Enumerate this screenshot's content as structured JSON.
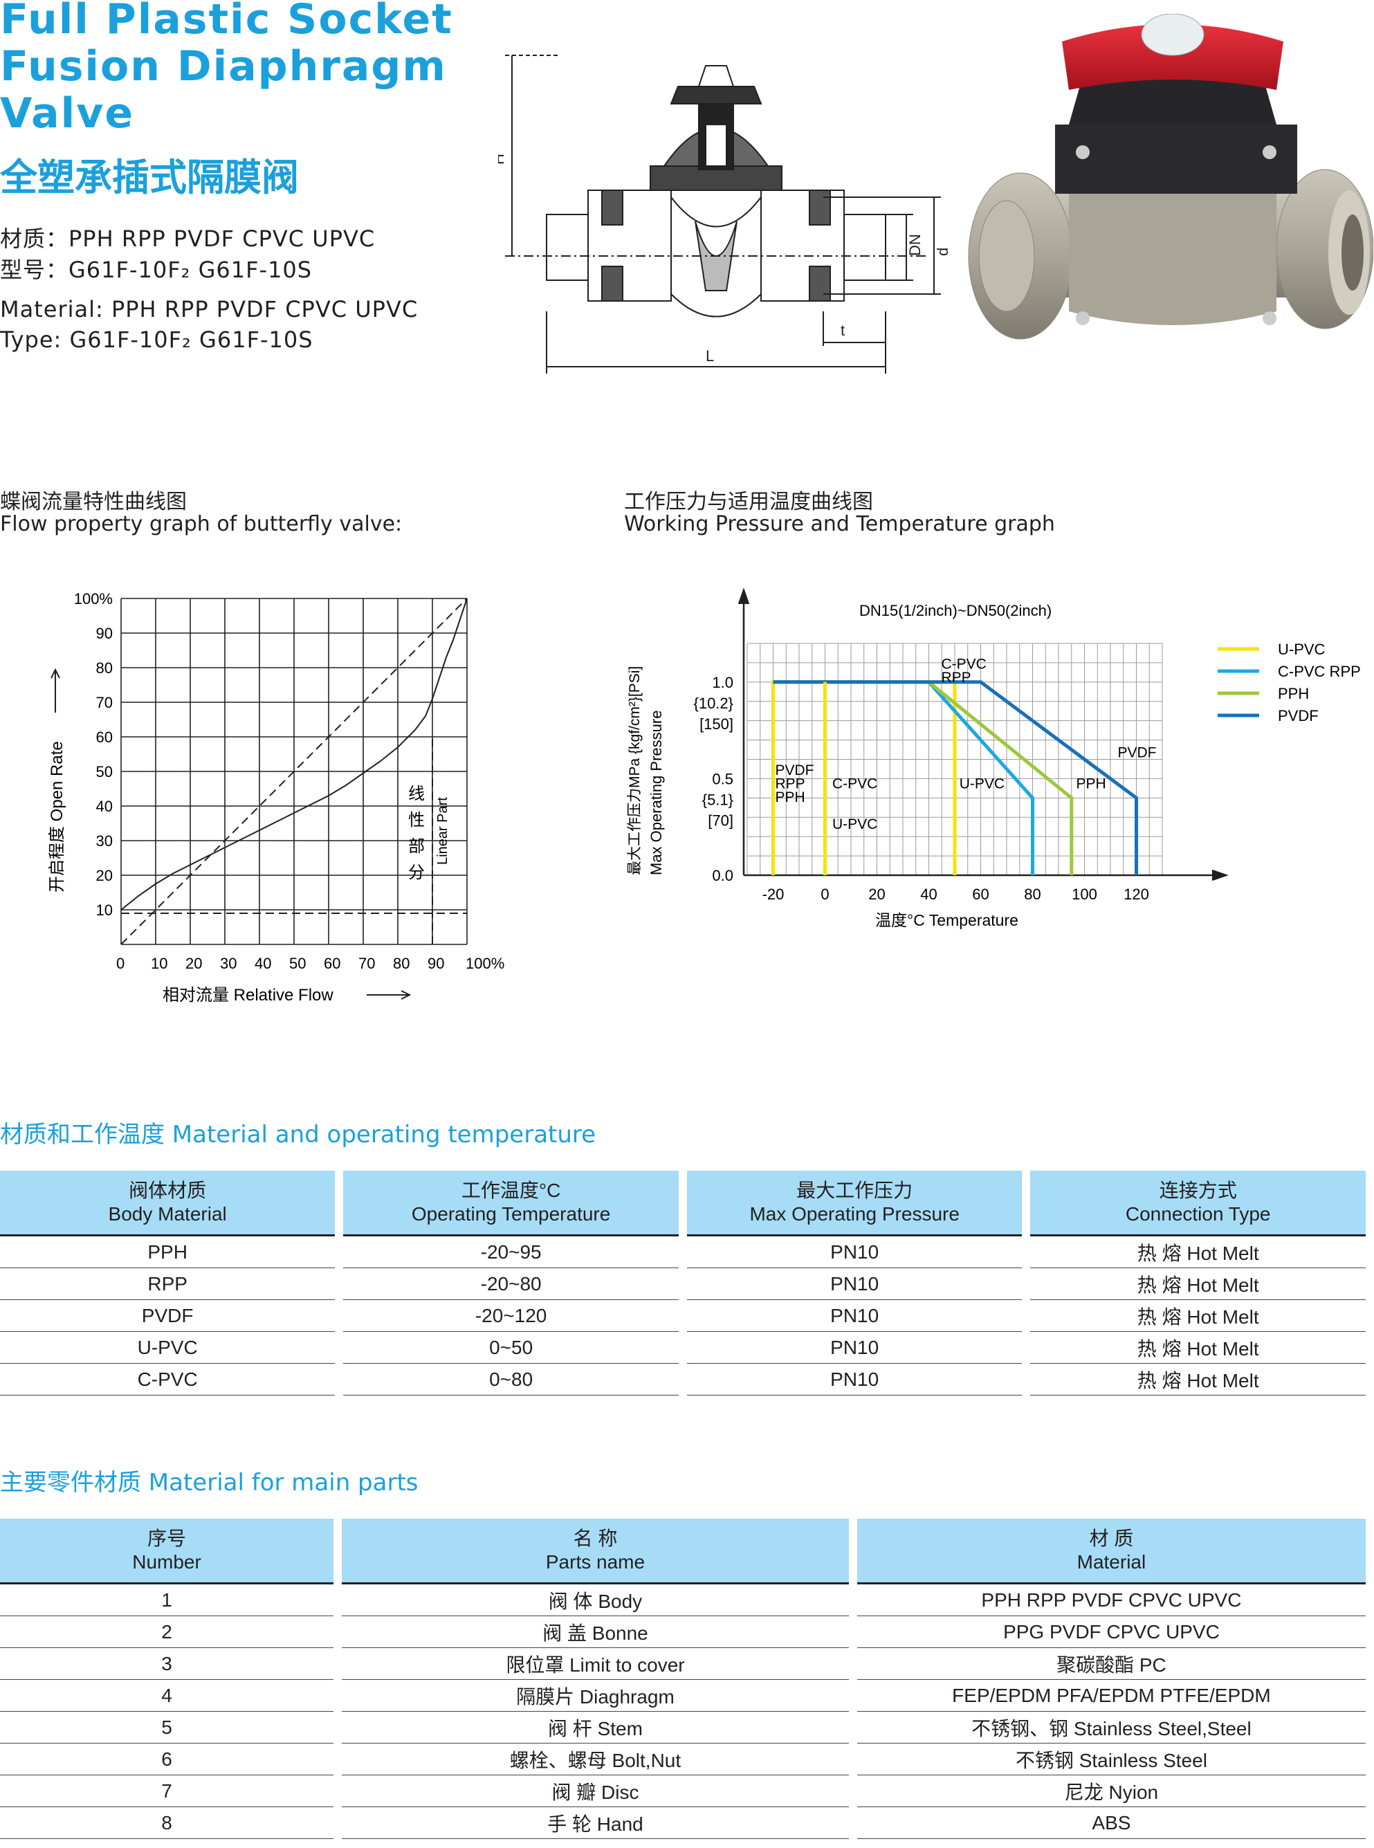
{
  "header": {
    "title_lines": [
      "Full Plastic Socket",
      "Fusion Diaphragm",
      "Valve"
    ],
    "title_cn": "全塑承插式隔膜阀",
    "spec_cn_material": "材质：PPH  RPP  PVDF  CPVC  UPVC",
    "spec_cn_type": "型号：G61F-10F₂   G61F-10S",
    "spec_en_material": "Material: PPH  RPP  PVDF  CPVC  UPVC",
    "spec_en_type": "Type: G61F-10F₂   G61F-10S"
  },
  "drawing": {
    "labels": {
      "L": "L",
      "H": "H",
      "DN": "DN",
      "d": "d",
      "t": "t"
    }
  },
  "flow_section": {
    "title_cn": "蝶阀流量特性曲线图",
    "title_en": "Flow property graph of butterfly valve:"
  },
  "pressure_section": {
    "title_cn": "工作压力与适用温度曲线图",
    "title_en": "Working Pressure and Temperature graph"
  },
  "chart_data": [
    {
      "type": "line",
      "xlabel": "相对流量  Relative Flow",
      "ylabel": "开启程度  Open Rate",
      "x_ticks": [
        "0",
        "10",
        "20",
        "30",
        "40",
        "50",
        "60",
        "70",
        "80",
        "90",
        "100%"
      ],
      "y_ticks": [
        "100%",
        "90",
        "80",
        "70",
        "60",
        "50",
        "40",
        "30",
        "20",
        "10"
      ],
      "xlim": [
        0,
        100
      ],
      "ylim": [
        0,
        100
      ],
      "grid": true,
      "annotation_cn": [
        "线",
        "性",
        "部",
        "分"
      ],
      "annotation_en": "Linear Part",
      "series": [
        {
          "style": "solid",
          "x": [
            0,
            5,
            10,
            15,
            20,
            25,
            30,
            35,
            40,
            45,
            50,
            55,
            60,
            65,
            70,
            75,
            80,
            85,
            88,
            90,
            92,
            94,
            96,
            98,
            100
          ],
          "y": [
            10,
            14,
            17.5,
            20.5,
            23,
            25.5,
            28,
            30.5,
            33,
            35.5,
            38,
            40.5,
            43,
            46,
            49.5,
            53,
            57,
            62,
            66,
            71,
            77,
            83,
            88,
            94,
            100
          ]
        },
        {
          "style": "dashed",
          "x": [
            0,
            100
          ],
          "y": [
            0,
            100
          ]
        },
        {
          "style": "dashed",
          "x": [
            0,
            100
          ],
          "y": [
            9,
            9
          ]
        },
        {
          "style": "dashed",
          "x": [
            90,
            90
          ],
          "y": [
            0,
            60
          ]
        }
      ]
    },
    {
      "type": "line",
      "title": "DN15(1/2inch)~DN50(2inch)",
      "xlabel": "温度°C  Temperature",
      "ylabel_cn": "最大工作压力MPa {kgf/cm²}[PSi]",
      "ylabel_en": "Max Operating Pressure",
      "x_ticks": [
        "-20",
        "0",
        "20",
        "40",
        "60",
        "80",
        "100",
        "120"
      ],
      "y_ticks": [
        [
          "1.0",
          "{10.2}",
          "[150]"
        ],
        [
          "0.5",
          "{5.1}",
          "[70]"
        ],
        [
          "0.0"
        ]
      ],
      "xlim": [
        -30,
        130
      ],
      "ylim": [
        0,
        1.2
      ],
      "grid": true,
      "legend_position": "right",
      "colors": {
        "U-PVC": "#f2e600",
        "C-PVC RPP": "#1ea7e1",
        "PPH": "#9dc83b",
        "PVDF": "#1a70b8"
      },
      "legend": [
        "U-PVC",
        "C-PVC  RPP",
        "PPH",
        "PVDF"
      ],
      "annotations": [
        "PVDF",
        "RPP",
        "PPH",
        "C-PVC",
        "U-PVC",
        "U-PVC",
        "C-PVC",
        "RPP",
        "PPH",
        "PVDF"
      ],
      "series": [
        {
          "name": "U-PVC",
          "x": [
            -20,
            -20,
            50,
            50
          ],
          "y": [
            0,
            1.0,
            1.0,
            0
          ]
        },
        {
          "name": "C-PVC RPP",
          "x": [
            -20,
            40,
            80,
            80
          ],
          "y": [
            1.0,
            1.0,
            0.4,
            0
          ]
        },
        {
          "name": "PPH",
          "x": [
            -20,
            40,
            95,
            95
          ],
          "y": [
            1.0,
            1.0,
            0.4,
            0
          ]
        },
        {
          "name": "PVDF",
          "x": [
            -20,
            60,
            120,
            120
          ],
          "y": [
            1.0,
            1.0,
            0.4,
            0
          ]
        },
        {
          "name": "U-PVC 0",
          "x": [
            0,
            0
          ],
          "y": [
            0,
            1.0
          ]
        }
      ]
    }
  ],
  "material_temp": {
    "heading": "材质和工作温度  Material and operating temperature",
    "headers": [
      [
        "阀体材质",
        "Body Material"
      ],
      [
        "工作温度°C",
        "Operating Temperature"
      ],
      [
        "最大工作压力",
        "Max Operating Pressure"
      ],
      [
        "连接方式",
        "Connection Type"
      ]
    ],
    "rows": [
      [
        "PPH",
        "-20~95",
        "PN10",
        "热 熔  Hot Melt"
      ],
      [
        "RPP",
        "-20~80",
        "PN10",
        "热 熔  Hot Melt"
      ],
      [
        "PVDF",
        "-20~120",
        "PN10",
        "热 熔  Hot Melt"
      ],
      [
        "U-PVC",
        "0~50",
        "PN10",
        "热 熔  Hot Melt"
      ],
      [
        "C-PVC",
        "0~80",
        "PN10",
        "热 熔  Hot Melt"
      ]
    ]
  },
  "main_parts": {
    "heading": "主要零件材质  Material for main parts",
    "headers": [
      [
        "序号",
        "Number"
      ],
      [
        "名 称",
        "Parts name"
      ],
      [
        "材 质",
        "Material"
      ]
    ],
    "rows": [
      [
        "1",
        "阀 体  Body",
        "PPH  RPP  PVDF  CPVC  UPVC"
      ],
      [
        "2",
        "阀 盖  Bonne",
        "PPG  PVDF  CPVC  UPVC"
      ],
      [
        "3",
        "限位罩  Limit to cover",
        "聚碳酸酯 PC"
      ],
      [
        "4",
        "隔膜片  Diaghragm",
        "FEP/EPDM  PFA/EPDM  PTFE/EPDM"
      ],
      [
        "5",
        "阀 杆  Stem",
        "不锈钢、钢 Stainless Steel,Steel"
      ],
      [
        "6",
        "螺栓、螺母  Bolt,Nut",
        "不锈钢  Stainless Steel"
      ],
      [
        "7",
        "阀 瓣  Disc",
        "尼龙  Nyion"
      ],
      [
        "8",
        "手 轮  Hand",
        "ABS"
      ]
    ]
  }
}
